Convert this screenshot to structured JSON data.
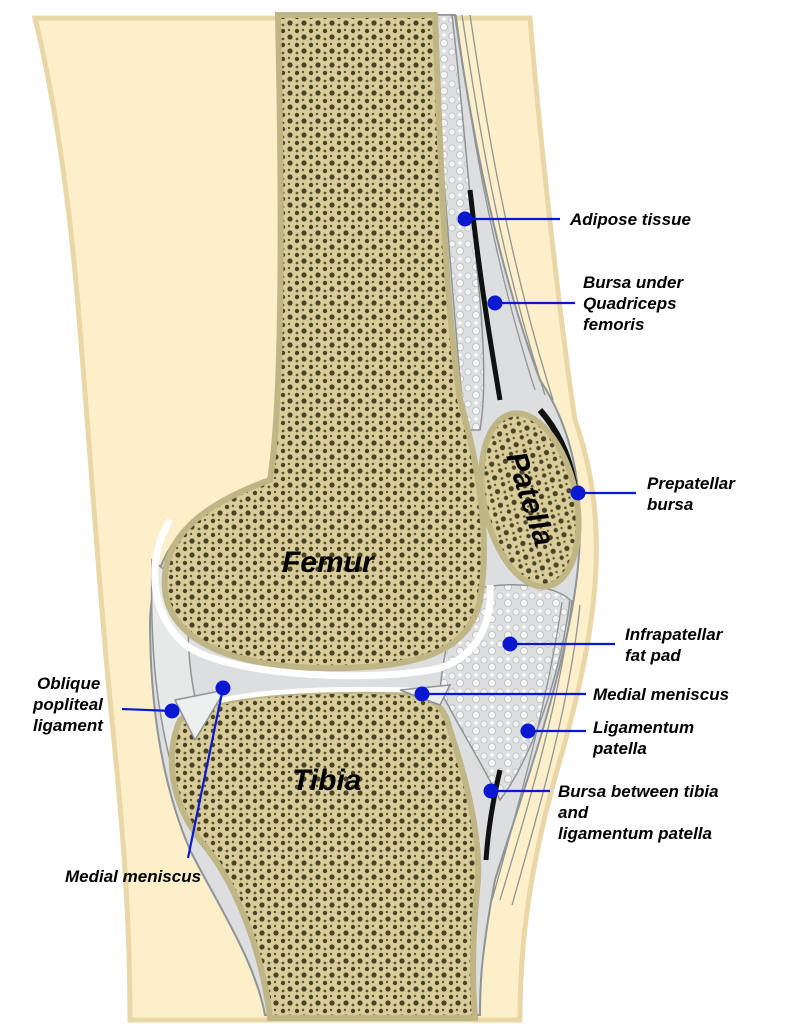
{
  "colors": {
    "skin": "#fcefca",
    "skin_edge": "#e9d7a8",
    "bone": "#d8cc9a",
    "bone_dark": "#4a4224",
    "cartilage": "#ffffff",
    "tissue": "#dcdedf",
    "tissue_line": "#8f9496",
    "bursa": "#111111",
    "leader": "#0a18d2"
  },
  "bones": {
    "femur": "Femur",
    "tibia": "Tibia",
    "patella": "Patella"
  },
  "labels": {
    "adipose": [
      "Adipose tissue"
    ],
    "bursa_quad": [
      "Bursa under",
      "Quadriceps",
      "femoris"
    ],
    "prepatellar": [
      "Prepatellar",
      "bursa"
    ],
    "infrapatellar": [
      "Infrapatellar",
      "fat pad"
    ],
    "medial_meniscus_right": [
      "Medial meniscus"
    ],
    "ligamentum": [
      "Ligamentum",
      "patella"
    ],
    "bursa_tibia": [
      "Bursa between tibia",
      "and",
      "ligamentum patella"
    ],
    "oblique": [
      "Oblique",
      "popliteal",
      "ligament"
    ],
    "medial_meniscus_bottom": [
      "Medial meniscus"
    ]
  }
}
